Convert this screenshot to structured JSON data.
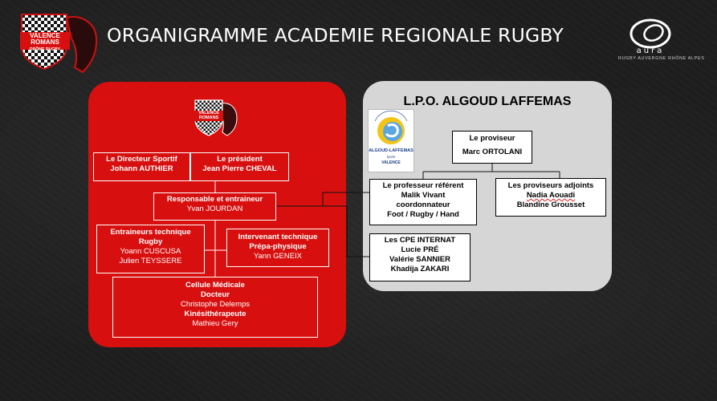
{
  "header": {
    "title": "ORGANIGRAMME ACADEMIE REGIONALE RUGBY",
    "club_logo": "valence-romans-drome-rugby-logo",
    "club_logo_text": [
      "VALENCE",
      "ROMANS",
      "DRÔME RUGBY"
    ],
    "league_logo": "aura-logo",
    "league_logo_name": "aura",
    "league_tagline": "RUGBY AUVERGNE RHÔNE ALPES"
  },
  "club_panel": {
    "logo": "valence-romans-shield-logo",
    "logo_text": [
      "VALENCE",
      "ROMANS"
    ],
    "directeur": {
      "role": "Le Directeur Sportif",
      "name": "Johann AUTHIER"
    },
    "president": {
      "role": "Le président",
      "name": "Jean Pierre CHEVAL"
    },
    "responsable": {
      "role": "Responsable et entraineur",
      "name": "Yvan JOURDAN"
    },
    "entraineurs": {
      "role": "Entraineurs technique",
      "role2": "Rugby",
      "names": [
        "Yoann CUSCUSA",
        "Julien TEYSSERE"
      ]
    },
    "intervenant": {
      "role": "Intervenant technique",
      "role2": "Prépa-physique",
      "name": "Yann GENEIX"
    },
    "medical": {
      "role": "Cellule Médicale",
      "docteur_label": "Docteur",
      "docteur_name": "Christophe Delemps",
      "kine_label": "Kinésithérapeute",
      "kine_name": "Mathieu Gery"
    }
  },
  "school_panel": {
    "title": "L.P.O. ALGOUD LAFFEMAS",
    "logo": "lpo-algoud-laffemas-logo",
    "logo_text": {
      "name": "ALGOUD-LAFFEMAS",
      "sub": "lycée",
      "city": "VALENCE"
    },
    "proviseur": {
      "role": "Le proviseur",
      "name": "Marc ORTOLANI"
    },
    "referent": {
      "role": "Le professeur référent",
      "name": "Malik Vivant",
      "extra": "coordonnateur",
      "detail": "Foot / Rugby / Hand"
    },
    "adjoints": {
      "role": "Les proviseurs adjoints",
      "names": [
        "Nadia Aouadi",
        "Blandine Grousset"
      ]
    },
    "cpe": {
      "role": "Les CPE INTERNAT",
      "names": [
        "Lucie PRÉ",
        "Valérie SANNIER",
        "Khadija ZAKARI"
      ]
    }
  },
  "colors": {
    "club_red": "#d80f0f",
    "school_grey": "#d6d6d6",
    "background": "#1e1e1e"
  }
}
